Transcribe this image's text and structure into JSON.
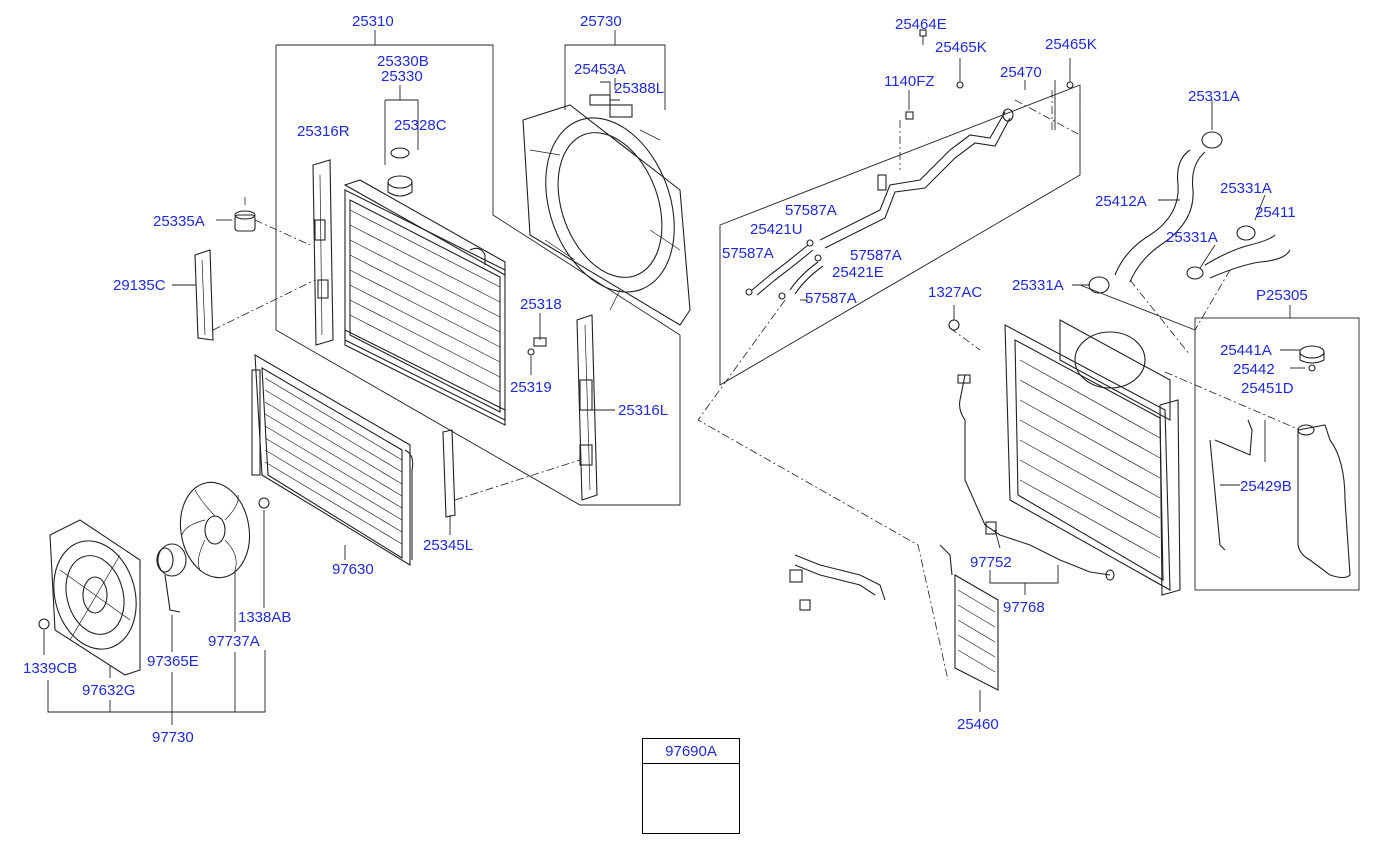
{
  "labels": {
    "p25310": "25310",
    "p25330b": "25330B",
    "p25330": "25330",
    "p25328c": "25328C",
    "p25316r": "25316R",
    "p25335a": "25335A",
    "p29135c": "29135C",
    "p25318": "25318",
    "p25319": "25319",
    "p25316l": "25316L",
    "p25345l": "25345L",
    "p97630": "97630",
    "p1338ab": "1338AB",
    "p97737a": "97737A",
    "p97365e": "97365E",
    "p1339cb": "1339CB",
    "p97632g": "97632G",
    "p97730": "97730",
    "p25730": "25730",
    "p25453a": "25453A",
    "p25388l": "25388L",
    "p25464e": "25464E",
    "p25465k_1": "25465K",
    "p25465k_2": "25465K",
    "p1140fz": "1140FZ",
    "p25470": "25470",
    "p57587a_1": "57587A",
    "p25421u": "25421U",
    "p57587a_2": "57587A",
    "p57587a_3": "57587A",
    "p25421e": "25421E",
    "p57587a_4": "57587A",
    "p25331a_1": "25331A",
    "p25412a": "25412A",
    "p25331a_2": "25331A",
    "p25411": "25411",
    "p25331a_3": "25331A",
    "p25331a_4": "25331A",
    "p1327ac": "1327AC",
    "pP25305": "P25305",
    "p25441a": "25441A",
    "p25442": "25442",
    "p25451d": "25451D",
    "p25429b": "25429B",
    "p97752": "97752",
    "p97768": "97768",
    "p25460": "25460"
  },
  "reference_box": {
    "label": "97690A",
    "icon": "o-ring-icon"
  }
}
